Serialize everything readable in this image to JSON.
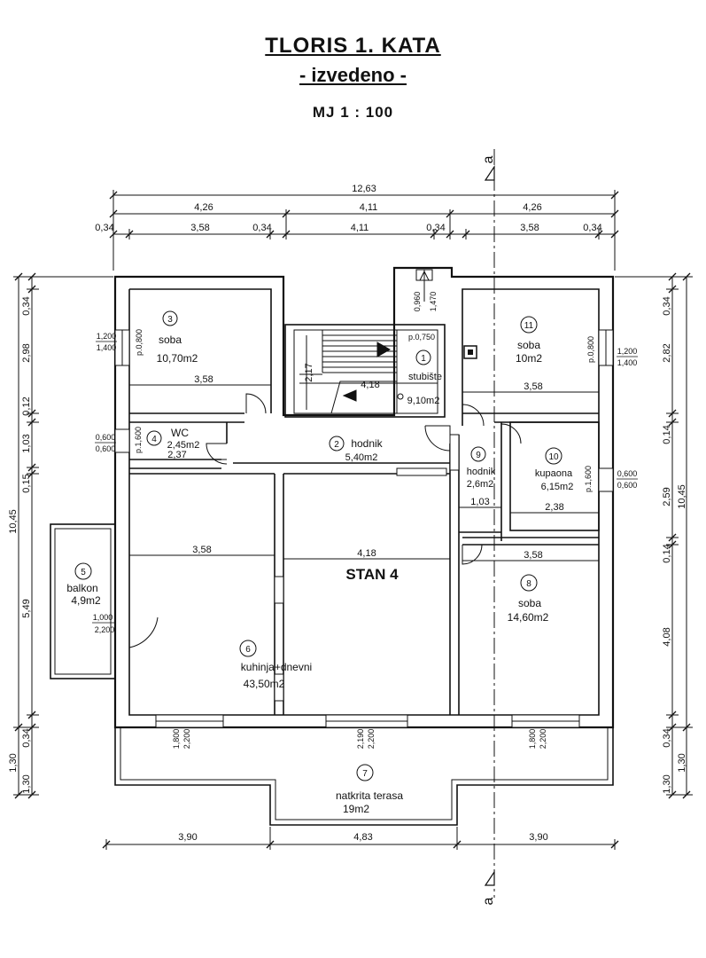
{
  "header": {
    "title": "TLORIS  1.  KATA",
    "subtitle": "- izvedeno -",
    "scale": "MJ   1 : 100"
  },
  "apartment_label": "STAN 4",
  "section_marker": "a",
  "rooms": [
    {
      "num": "1",
      "name": "stubište",
      "area": "9,10m2"
    },
    {
      "num": "2",
      "name": "hodnik",
      "area": "5,40m2"
    },
    {
      "num": "3",
      "name": "soba",
      "area": "10,70m2"
    },
    {
      "num": "4",
      "name": "WC",
      "area": "2,45m2"
    },
    {
      "num": "5",
      "name": "balkon",
      "area": "4,9m2"
    },
    {
      "num": "6",
      "name": "kuhinja+dnevni",
      "area": "43,50m2"
    },
    {
      "num": "7",
      "name": "natkrita terasa",
      "area": "19m2"
    },
    {
      "num": "8",
      "name": "soba",
      "area": "14,60m2"
    },
    {
      "num": "9",
      "name": "hodnik",
      "area": "2,6m2"
    },
    {
      "num": "10",
      "name": "kupaona",
      "area": "6,15m2"
    },
    {
      "num": "11",
      "name": "soba",
      "area": "10m2"
    }
  ],
  "dims_top": {
    "total": "12,63",
    "row2": [
      "4,26",
      "4,11",
      "4,26"
    ],
    "row3": [
      "0,34",
      "3,58",
      "0,34",
      "4,11",
      "0,34",
      "3,58",
      "0,34"
    ]
  },
  "dims_bottom": [
    "3,90",
    "4,83",
    "3,90"
  ],
  "dims_left": {
    "total": "10,45",
    "segments": [
      "0,34",
      "2,98",
      "0,12",
      "1,03",
      "0,15",
      "5,49",
      "0,34",
      "1,30"
    ],
    "outer": "1,30"
  },
  "dims_right": {
    "total": "10,45",
    "segments": [
      "0,34",
      "2,82",
      "0,14",
      "2,59",
      "0,14",
      "4,08",
      "0,34",
      "1,30"
    ],
    "outer": "1,30"
  },
  "inner_dims": {
    "soba3": "3,58",
    "stair_w": "4,18",
    "stair_h": "2,17",
    "soba11": "3,58",
    "wc": "2,37",
    "hodnik9": "1,03",
    "kupaona": "2,38",
    "kuhinja_left": "3,58",
    "kuhinja_right": "4,18",
    "soba8": "3,58"
  },
  "openings": {
    "soba3_win": [
      "1,200",
      "1,400"
    ],
    "soba3_p": "p.0,800",
    "wc_win": [
      "0,600",
      "0,600"
    ],
    "wc_p": "p.1,600",
    "stair_p": "p.0,750",
    "stair_top": [
      "0,960",
      "1,470"
    ],
    "soba11_win": [
      "1,200",
      "1,400"
    ],
    "soba11_p": "p.0,800",
    "kupaona_win": [
      "0,600",
      "0,600"
    ],
    "kupaona_p": "p.1,600",
    "balkon_door": [
      "1,000",
      "2,200"
    ],
    "south_left": [
      "1,800",
      "2,200"
    ],
    "south_mid": [
      "2,190",
      "2,200"
    ],
    "south_right": [
      "1,800",
      "2,200"
    ]
  }
}
